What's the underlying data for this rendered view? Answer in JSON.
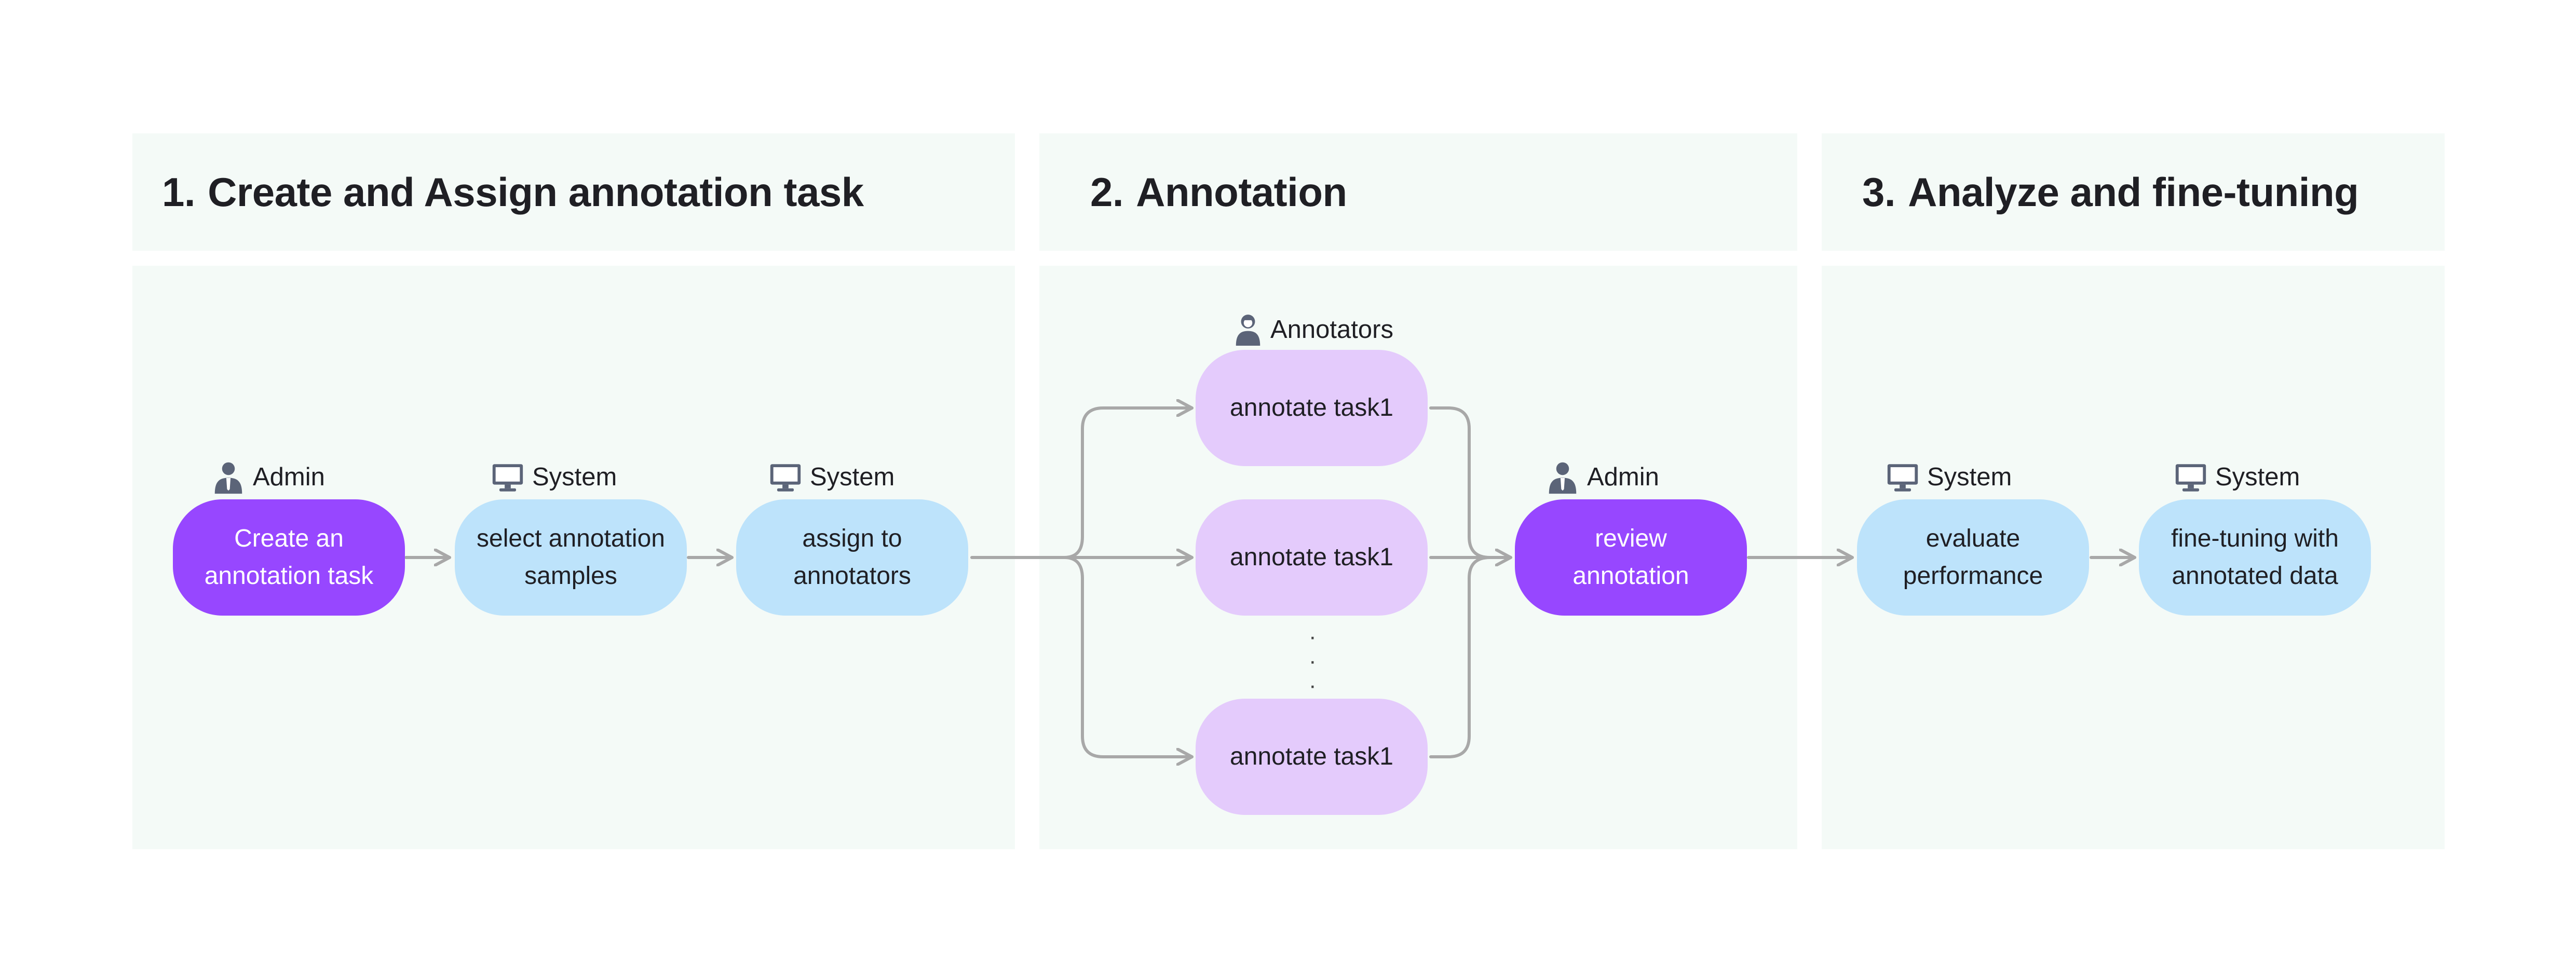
{
  "sections": [
    {
      "number": "1.",
      "title": "Create and Assign annotation task"
    },
    {
      "number": "2.",
      "title": "Annotation"
    },
    {
      "number": "3.",
      "title": "Analyze and fine-tuning"
    }
  ],
  "roles": {
    "admin": "Admin",
    "system": "System",
    "annotators": "Annotators"
  },
  "nodes": {
    "create_task": "Create an\nannotation task",
    "select_samples": "select annotation\nsamples",
    "assign": "assign to\nannotators",
    "annotate_1": "annotate task1",
    "annotate_2": "annotate task1",
    "annotate_3": "annotate task1",
    "review": "review\nannotation",
    "evaluate": "evaluate\nperformance",
    "finetune": "fine-tuning with\nannotated data"
  },
  "ellipsis": "·",
  "icons": {
    "admin": "admin-person-icon",
    "system": "monitor-icon",
    "annotators": "annotator-person-icon"
  },
  "colors": {
    "admin_node": "#9747ff",
    "system_node": "#bde3fb",
    "annotator_node": "#e4cbfc",
    "panel": "#f4faf7",
    "connector": "#a8a8a8"
  }
}
